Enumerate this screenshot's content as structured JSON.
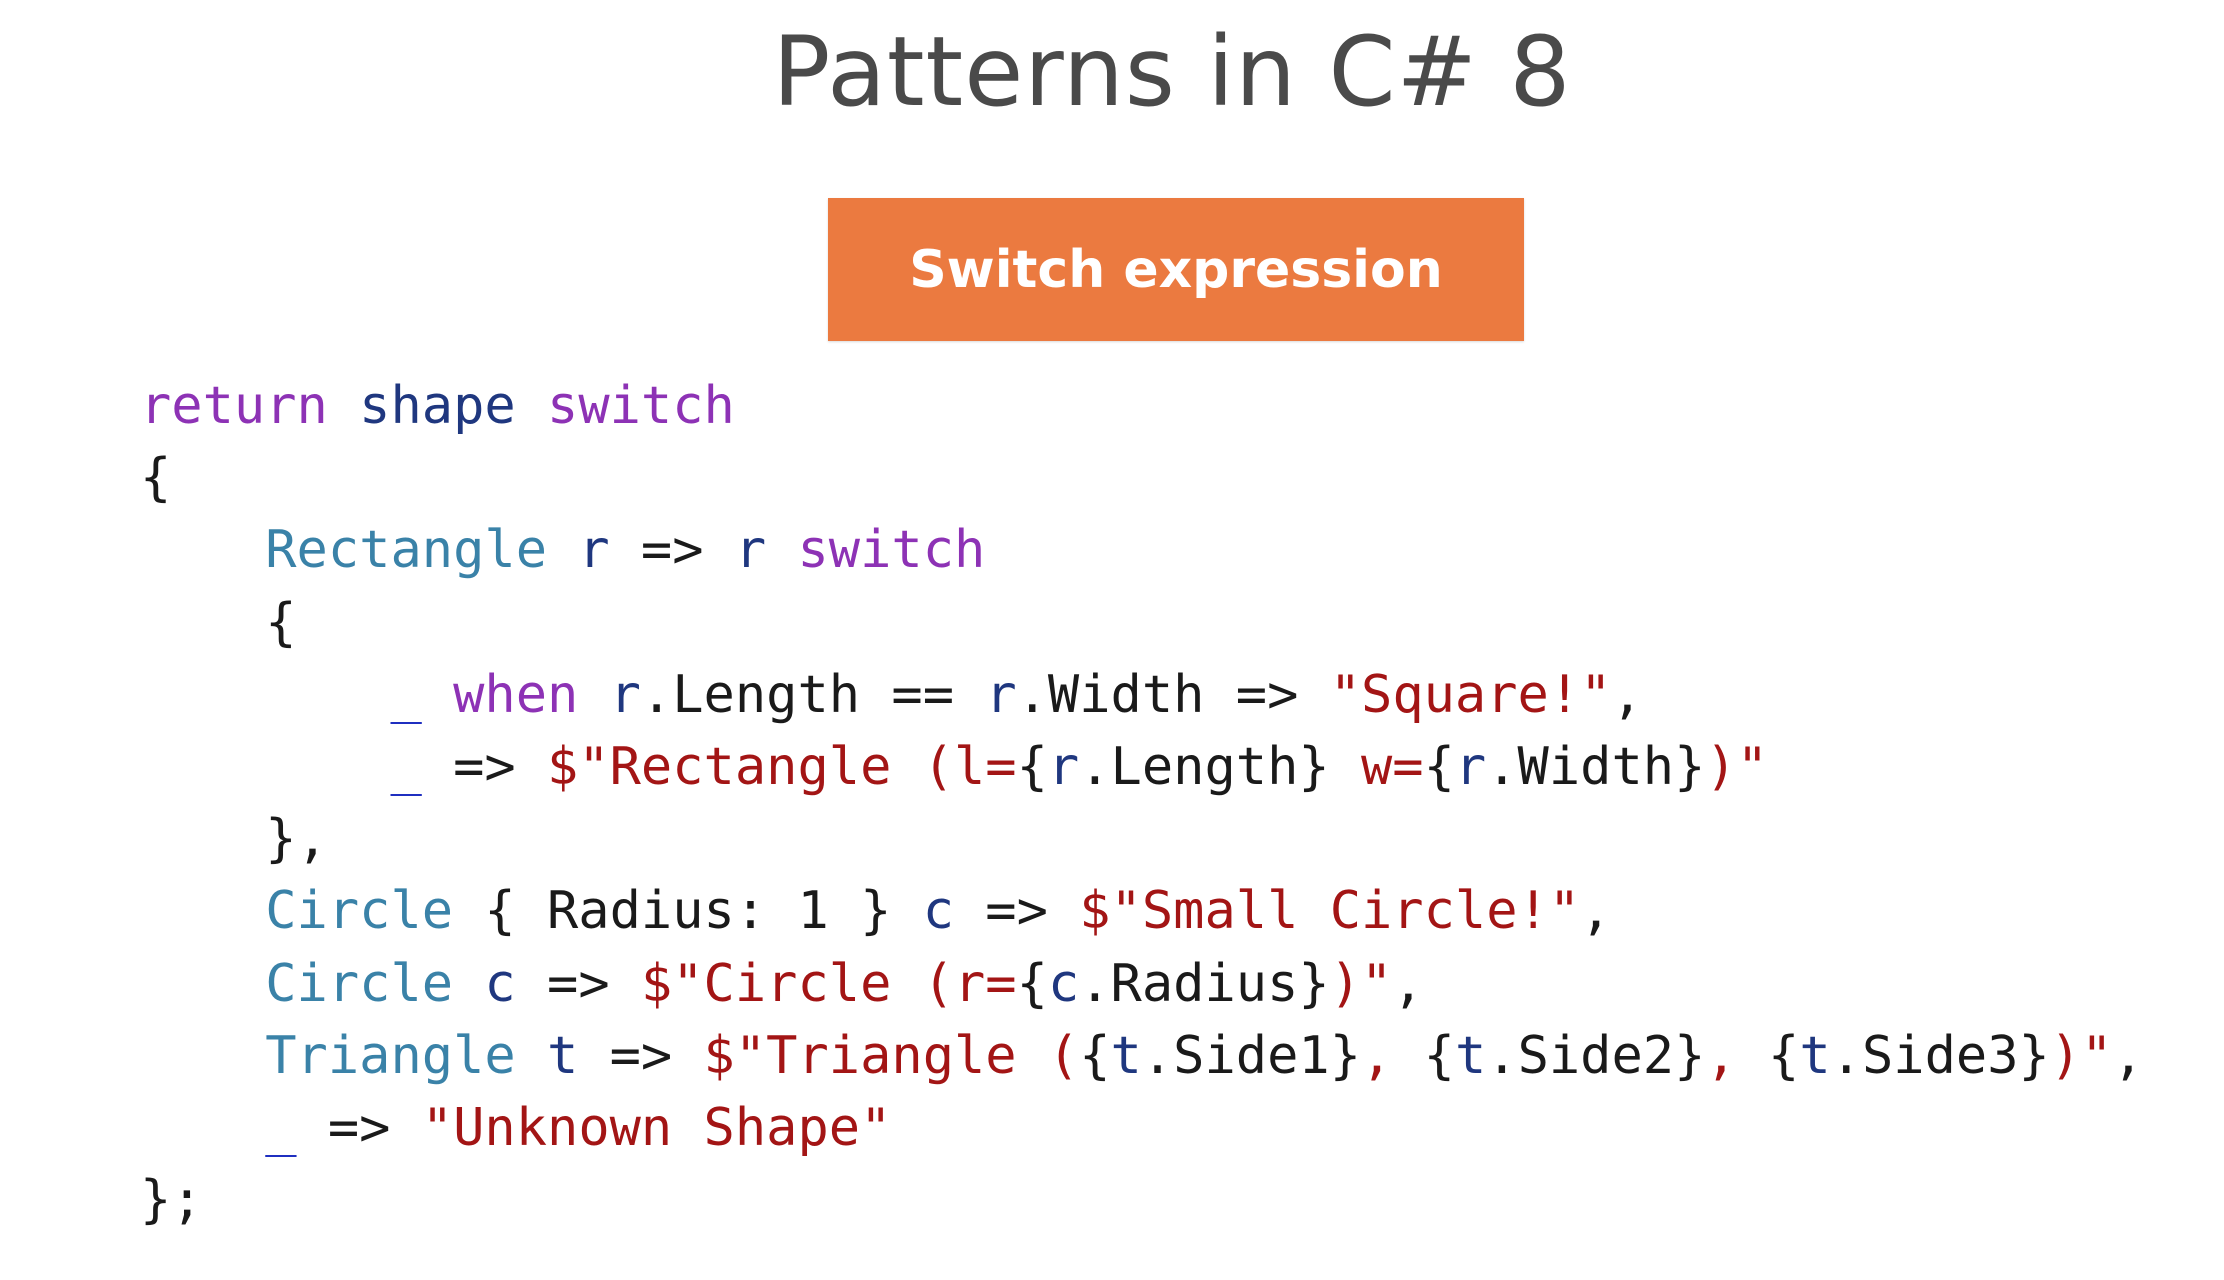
{
  "title": "Patterns in C# 8",
  "badge": {
    "label": "Switch expression",
    "color": "#eb7a40"
  },
  "colors": {
    "keyword": "#8d32b5",
    "type": "#3a82a8",
    "identifier": "#1f377f",
    "string": "#a31515",
    "discard": "#1f2fc0",
    "text": "#1a1a1a"
  },
  "code": {
    "l1": {
      "t1": "return",
      "t2": " ",
      "t3": "shape",
      "t4": " ",
      "t5": "switch"
    },
    "l2": {
      "t1": "{"
    },
    "l3": {
      "t1": "    ",
      "t2": "Rectangle",
      "t3": " ",
      "t4": "r",
      "t5": " => ",
      "t6": "r",
      "t7": " ",
      "t8": "switch"
    },
    "l4": {
      "t1": "    {"
    },
    "l5": {
      "t1": "        ",
      "t2": "_",
      "t3": " ",
      "t4": "when",
      "t5": " ",
      "t6": "r",
      "t7": ".Length == ",
      "t8": "r",
      "t9": ".Width => ",
      "t10": "\"Square!\"",
      "t11": ","
    },
    "l6": {
      "t1": "        ",
      "t2": "_",
      "t3": " => ",
      "t4": "$\"Rectangle (l=",
      "t5": "{",
      "t6": "r",
      "t7": ".Length}",
      "t8": " w=",
      "t9": "{",
      "t10": "r",
      "t11": ".Width}",
      "t12": ")\""
    },
    "l7": {
      "t1": "    },"
    },
    "l8": {
      "t1": "    ",
      "t2": "Circle",
      "t3": " { Radius: 1 } ",
      "t4": "c",
      "t5": " => ",
      "t6": "$\"Small Circle!\"",
      "t7": ","
    },
    "l9": {
      "t1": "    ",
      "t2": "Circle",
      "t3": " ",
      "t4": "c",
      "t5": " => ",
      "t6": "$\"Circle (r=",
      "t7": "{",
      "t8": "c",
      "t9": ".Radius}",
      "t10": ")\"",
      "t11": ","
    },
    "l10": {
      "t1": "    ",
      "t2": "Triangle",
      "t3": " ",
      "t4": "t",
      "t5": " => ",
      "t6": "$\"Triangle (",
      "t7": "{",
      "t8": "t",
      "t9": ".Side1}",
      "t10": ", ",
      "t11": "{",
      "t12": "t",
      "t13": ".Side2}",
      "t14": ", ",
      "t15": "{",
      "t16": "t",
      "t17": ".Side3}",
      "t18": ")\"",
      "t19": ","
    },
    "l11": {
      "t1": "    ",
      "t2": "_",
      "t3": " => ",
      "t4": "\"Unknown Shape\""
    },
    "l12": {
      "t1": "};"
    }
  }
}
